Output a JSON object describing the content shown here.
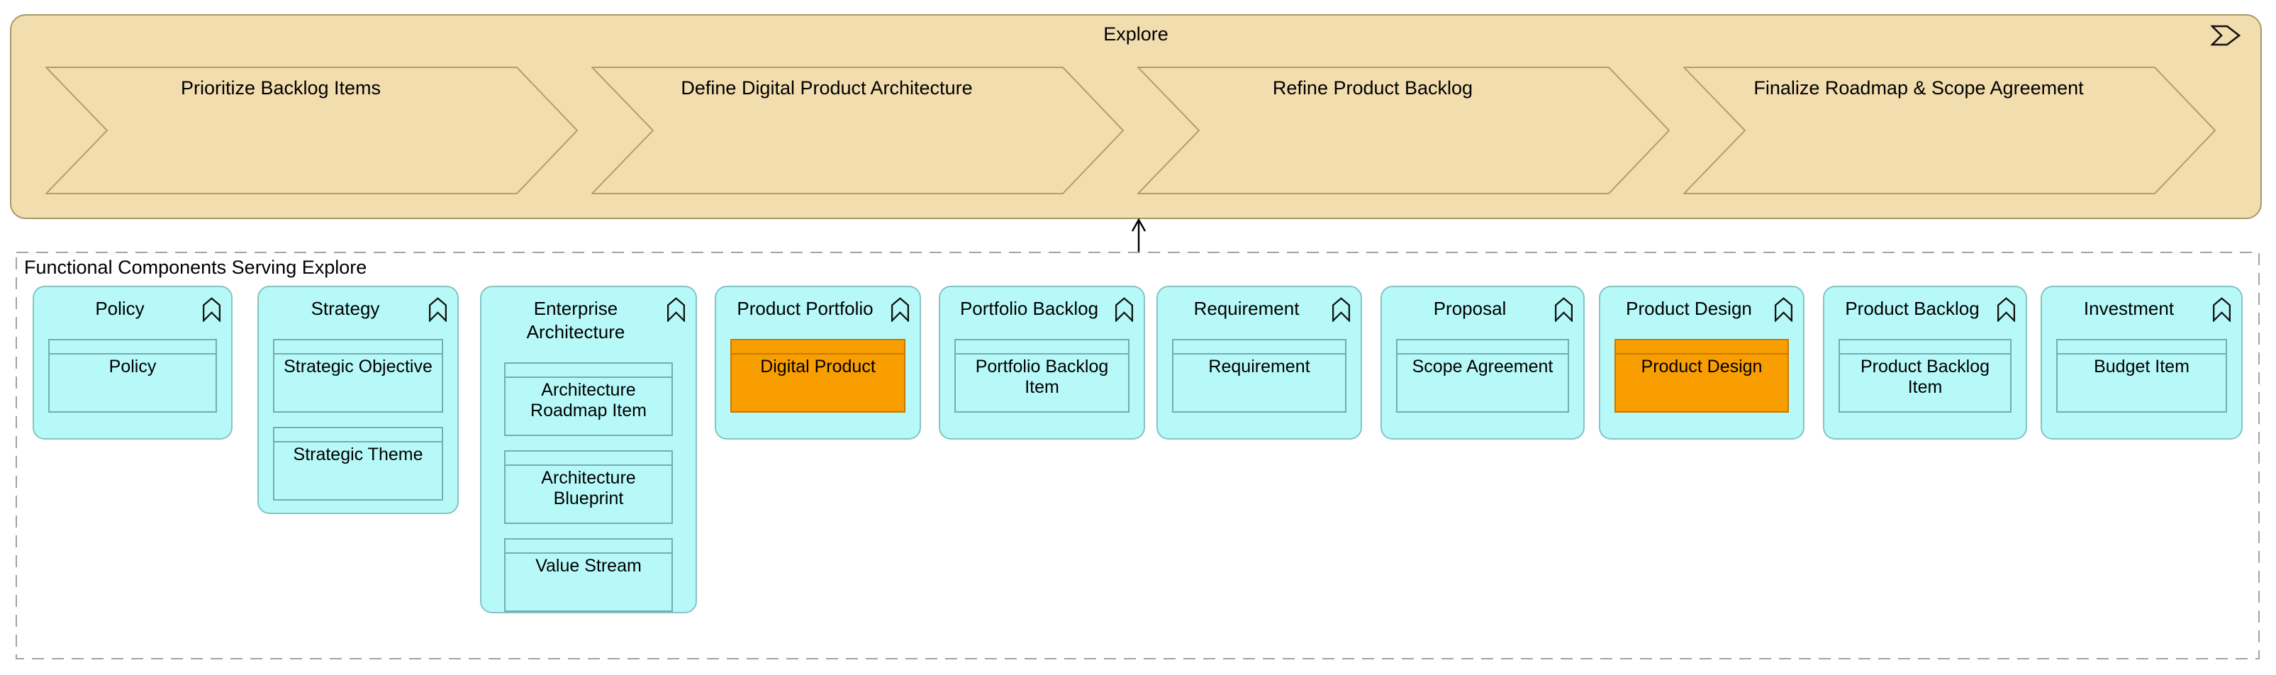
{
  "explore_band": {
    "title": "Explore",
    "icon": "process-chevron-icon",
    "steps": [
      "Prioritize Backlog Items",
      "Define Digital Product Architecture",
      "Refine Product Backlog",
      "Finalize Roadmap & Scope Agreement"
    ]
  },
  "relationship": {
    "type": "serving-arrow",
    "direction": "up"
  },
  "group": {
    "label": "Functional Components Serving Explore",
    "components": [
      {
        "title": "Policy",
        "icon": "function-icon",
        "objects": [
          {
            "label": "Policy",
            "highlight": false
          }
        ]
      },
      {
        "title": "Strategy",
        "icon": "function-icon",
        "objects": [
          {
            "label": "Strategic Objective",
            "highlight": false
          },
          {
            "label": "Strategic Theme",
            "highlight": false
          }
        ]
      },
      {
        "title": "Enterprise Architecture",
        "icon": "function-icon",
        "objects": [
          {
            "label": "Architecture Roadmap Item",
            "highlight": false
          },
          {
            "label": "Architecture Blueprint",
            "highlight": false
          },
          {
            "label": "Value Stream",
            "highlight": false
          }
        ]
      },
      {
        "title": "Product Portfolio",
        "icon": "function-icon",
        "objects": [
          {
            "label": "Digital Product",
            "highlight": true
          }
        ]
      },
      {
        "title": "Portfolio Backlog",
        "icon": "function-icon",
        "objects": [
          {
            "label": "Portfolio Backlog Item",
            "highlight": false
          }
        ]
      },
      {
        "title": "Requirement",
        "icon": "function-icon",
        "objects": [
          {
            "label": "Requirement",
            "highlight": false
          }
        ]
      },
      {
        "title": "Proposal",
        "icon": "function-icon",
        "objects": [
          {
            "label": "Scope Agreement",
            "highlight": false
          }
        ]
      },
      {
        "title": "Product Design",
        "icon": "function-icon",
        "objects": [
          {
            "label": "Product Design",
            "highlight": true
          }
        ]
      },
      {
        "title": "Product Backlog",
        "icon": "function-icon",
        "objects": [
          {
            "label": "Product Backlog Item",
            "highlight": false
          }
        ]
      },
      {
        "title": "Investment",
        "icon": "function-icon",
        "objects": [
          {
            "label": "Budget Item",
            "highlight": false
          }
        ]
      }
    ]
  },
  "colors": {
    "band_fill": "#f2ddae",
    "band_border": "#a69967",
    "chevron_outline": "#b1a06b",
    "component_fill": "#b7f9f9",
    "component_border": "#85c4c4",
    "data_object_border": "#74aeae",
    "highlight_fill": "#f99e00",
    "highlight_border": "#c47a00",
    "group_border": "#a3a3a3",
    "text": "#000000"
  }
}
